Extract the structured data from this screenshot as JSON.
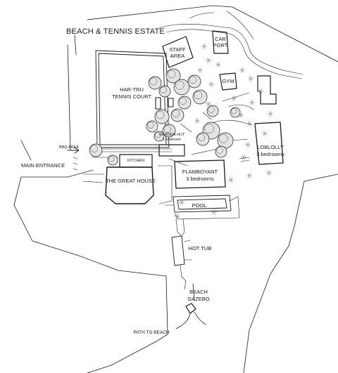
{
  "title": "BEACH & TENNIS ESTATE",
  "labels": {
    "staff_area_1": "STAFF",
    "staff_area_2": "AREA",
    "car_port_1": "CAR",
    "car_port_2": "PORT",
    "tennis_court_1": "HAR-TRU",
    "tennis_court_2": "TENNIS COURT",
    "gym": "GYM",
    "garden_hut_1": "GARDEN HUT",
    "garden_hut_2": "1 bedroom",
    "bbq_area": "BBQ AREA",
    "kitchen": "KITCHEN",
    "main_entrance": "MAIN ENTRANCE",
    "great_house": "THE GREAT HOUSE",
    "flamboyant_1": "FLAMBOYANT",
    "flamboyant_2": "3 bedrooms",
    "loblolly_1": "LOBLOLLY",
    "loblolly_2": "3 bedrooms",
    "pool": "POOL",
    "hot_tub": "HOT TUB",
    "beach_gazebo_1": "BEACH",
    "beach_gazebo_2": "GAZEBO",
    "path_to_beach": "PATH TO BEACH"
  },
  "colors": {
    "ink": "#1a1a1a",
    "tree_fill": "#dcdcdc",
    "shrub": "#9a9a9a"
  }
}
